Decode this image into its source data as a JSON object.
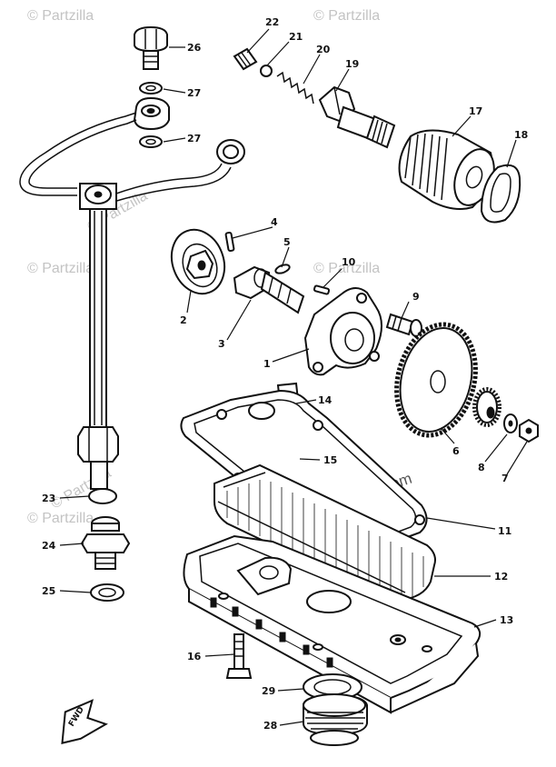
{
  "watermark": {
    "text": "© Partzilla",
    "center_text": "©Partzilla.com"
  },
  "front_marker": {
    "label": "FWD"
  },
  "callouts": [
    "1",
    "2",
    "3",
    "4",
    "5",
    "6",
    "7",
    "8",
    "9",
    "10",
    "11",
    "12",
    "13",
    "14",
    "15",
    "16",
    "17",
    "18",
    "19",
    "20",
    "21",
    "22",
    "23",
    "24",
    "25",
    "26",
    "27",
    "28",
    "29"
  ],
  "colors": {
    "ink": "#111111",
    "paper": "#ffffff",
    "watermark": "#b9b9b9"
  }
}
